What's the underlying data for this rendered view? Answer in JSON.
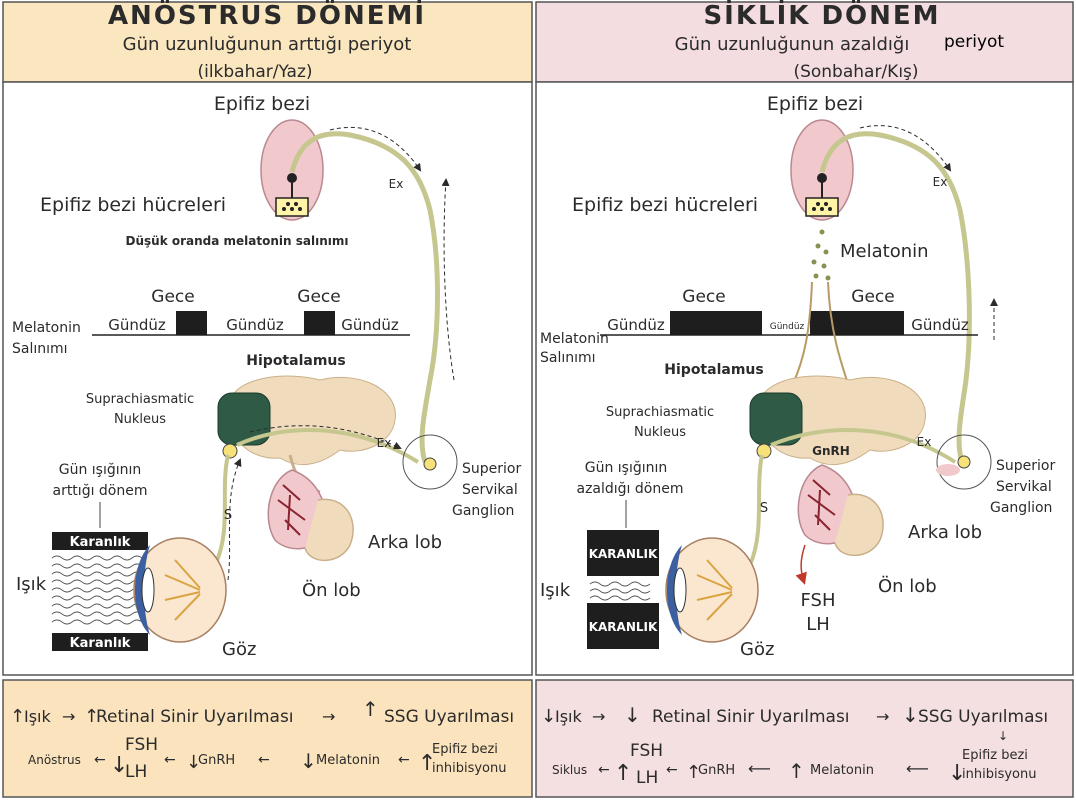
{
  "colors": {
    "left_header_bg": "#fae6bf",
    "right_header_bg": "#f3dde0",
    "left_bottom_bg": "#fbe4bd",
    "right_bottom_bg": "#f4dfe1",
    "nerve": "#c5c78e",
    "gland": "#f1c9cd",
    "brain": "#f0dcbc",
    "scn": "#2f5a45",
    "nucleus_dot": "#f7e27a",
    "black_bar": "#1e1e1e"
  },
  "left": {
    "title": "ANÖSTRUS DÖNEMİ",
    "subtitle": "Gün uzunluğunun arttığı periyot",
    "season": "(ilkbahar/Yaz)",
    "epifiz": "Epifiz bezi",
    "epifiz_cells": "Epifiz bezi hücreleri",
    "low_melatonin": "Düşük oranda melatonin salınımı",
    "ex_top": "Ex",
    "ex_mid": "Ex",
    "gece1": "Gece",
    "gece2": "Gece",
    "gunduz1": "Gündüz",
    "gunduz2": "Gündüz",
    "gunduz3": "Gündüz",
    "melatonin_label1": "Melatonin",
    "melatonin_label2": "Salınımı",
    "hipotalamus": "Hipotalamus",
    "scn1": "Suprachiasmatic",
    "scn2": "Nukleus",
    "daylight1": "Gün ışığının",
    "daylight2": "arttığı dönem",
    "karanlik_top": "Karanlık",
    "karanlik_bottom": "Karanlık",
    "isik": "Işık",
    "s": "S",
    "goz": "Göz",
    "arka_lob": "Arka lob",
    "on_lob": "Ön lob",
    "ganglion1": "Superior",
    "ganglion2": "Servikal",
    "ganglion3": "Ganglion"
  },
  "right": {
    "title": "SİKLİK DÖNEM",
    "subtitle": "Gün uzunluğunun azaldığı",
    "subtitle_extra": "periyot",
    "season": "(Sonbahar/Kış)",
    "epifiz": "Epifiz bezi",
    "epifiz_cells": "Epifiz bezi hücreleri",
    "melatonin": "Melatonin",
    "ex_top": "Ex",
    "ex_mid": "Ex",
    "gece1": "Gece",
    "gece2": "Gece",
    "gunduz1": "Gündüz",
    "gunduz_small": "Gündüz",
    "gunduz3": "Gündüz",
    "melatonin_label1": "Melatonin",
    "melatonin_label2": "Salınımı",
    "hipotalamus": "Hipotalamus",
    "scn1": "Suprachiasmatic",
    "scn2": "Nukleus",
    "gnrh": "GnRH",
    "daylight1": "Gün ışığının",
    "daylight2": "azaldığı dönem",
    "karanlik_top": "KARANLIK",
    "karanlik_bottom": "KARANLIK",
    "isik": "Işık",
    "s": "S",
    "goz": "Göz",
    "arka_lob": "Arka lob",
    "on_lob": "Ön lob",
    "fsh": "FSH",
    "lh": "LH",
    "ganglion1": "Superior",
    "ganglion2": "Servikal",
    "ganglion3": "Ganglion"
  },
  "bottom_left": {
    "isik": "Işık",
    "retinal": "Retinal Sinir Uyarılması",
    "ssg": "SSG Uyarılması",
    "anostrus": "Anöstrus",
    "fsh": "FSH",
    "lh": "LH",
    "gnrh": "GnRH",
    "melatonin": "Melatonin",
    "epifiz1": "Epifiz bezi",
    "epifiz2": "inhibisyonu"
  },
  "bottom_right": {
    "isik": "Işık",
    "retinal": "Retinal Sinir Uyarılması",
    "ssg": "SSG Uyarılması",
    "siklus": "Siklus",
    "fsh": "FSH",
    "lh": "LH",
    "gnrh": "GnRH",
    "melatonin": "Melatonin",
    "epifiz1": "Epifiz bezi",
    "epifiz2": "inhibisyonu"
  }
}
